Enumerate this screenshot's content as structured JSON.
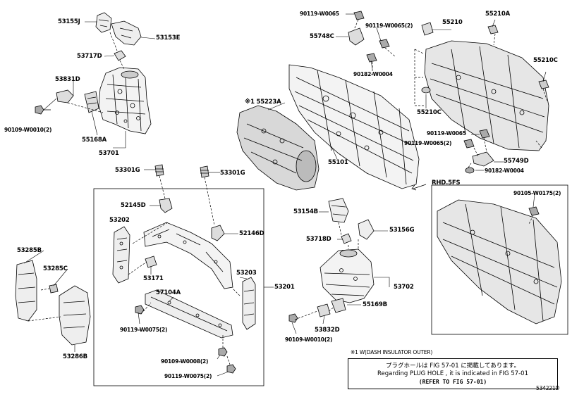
{
  "labels": {
    "p53155J": "53155J",
    "p53153E": "53153E",
    "p53717D": "53717D",
    "p53831D": "53831D",
    "p90109_left": "90109-W0010(2)",
    "p55168A": "55168A",
    "p53701": "53701",
    "p53301G_a": "53301G",
    "p53301G_b": "53301G",
    "p52145D": "52145D",
    "p53202": "53202",
    "p52146D": "52146D",
    "p53285B": "53285B",
    "p53285C": "53285C",
    "p53171": "53171",
    "p57104A": "57104A",
    "p53203": "53203",
    "p53201": "53201",
    "p90119_0075_a": "90119-W0075(2)",
    "p53286B": "53286B",
    "p90109_0008": "90109-W0008(2)",
    "p90119_0075_b": "90119-W0075(2)",
    "p90119_0065_top": "90119-W0065",
    "p90119_0065_2_top": "90119-W0065(2)",
    "p55748C": "55748C",
    "p90182_top": "90182-W0004",
    "p55210": "55210",
    "p55210A": "55210A",
    "p55210C_right": "55210C",
    "p55210C_bottom": "55210C",
    "p55223A": "※1 55223A",
    "p55101": "55101",
    "p90119_0065_mid": "90119-W0065",
    "p90119_0065_2_mid": "90119-W0065(2)",
    "p55749D": "55749D",
    "p90182_mid": "90182-W0004",
    "pRHD": "RHD.5FS",
    "p90105": "90105-W0175(2)",
    "p53154B": "53154B",
    "p53156G": "53156G",
    "p53718D": "53718D",
    "p53702": "53702",
    "p55169B": "55169B",
    "p53832D": "53832D",
    "p90109_right": "90109-W0010(2)"
  },
  "note": {
    "heading": "※1 W(DASH INSULATOR OUTER)",
    "line_jp": "プラグホールは FIG 57-01 に掲載してあります。",
    "line_en": "Regarding  PLUG  HOLE , it is indicated in  FIG  57-01",
    "line_ref": "(REFER TO FIG 57-01)"
  },
  "figure_code": "534221D"
}
